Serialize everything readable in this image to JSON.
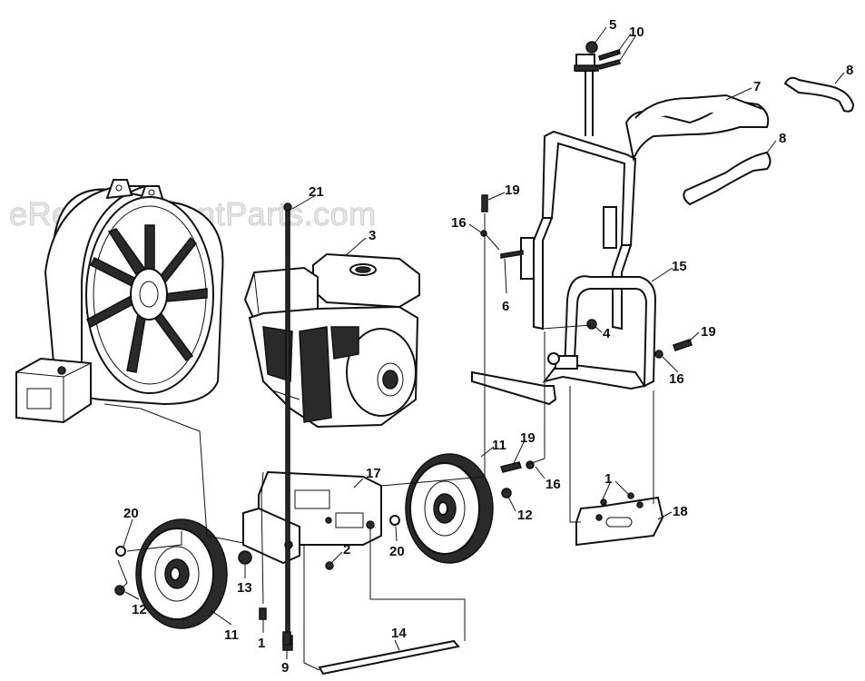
{
  "watermark": "eReplacementParts.com",
  "callouts": {
    "c1a": "1",
    "c1b": "1",
    "c2": "2",
    "c3": "3",
    "c4": "4",
    "c5": "5",
    "c6": "6",
    "c7": "7",
    "c8a": "8",
    "c8b": "8",
    "c9": "9",
    "c10": "10",
    "c11a": "11",
    "c11b": "11",
    "c12a": "12",
    "c12b": "12",
    "c13": "13",
    "c14": "14",
    "c15": "15",
    "c16a": "16",
    "c16b": "16",
    "c16c": "16",
    "c17": "17",
    "c18": "18",
    "c19a": "19",
    "c19b": "19",
    "c19c": "19",
    "c20a": "20",
    "c20b": "20",
    "c21": "21"
  }
}
